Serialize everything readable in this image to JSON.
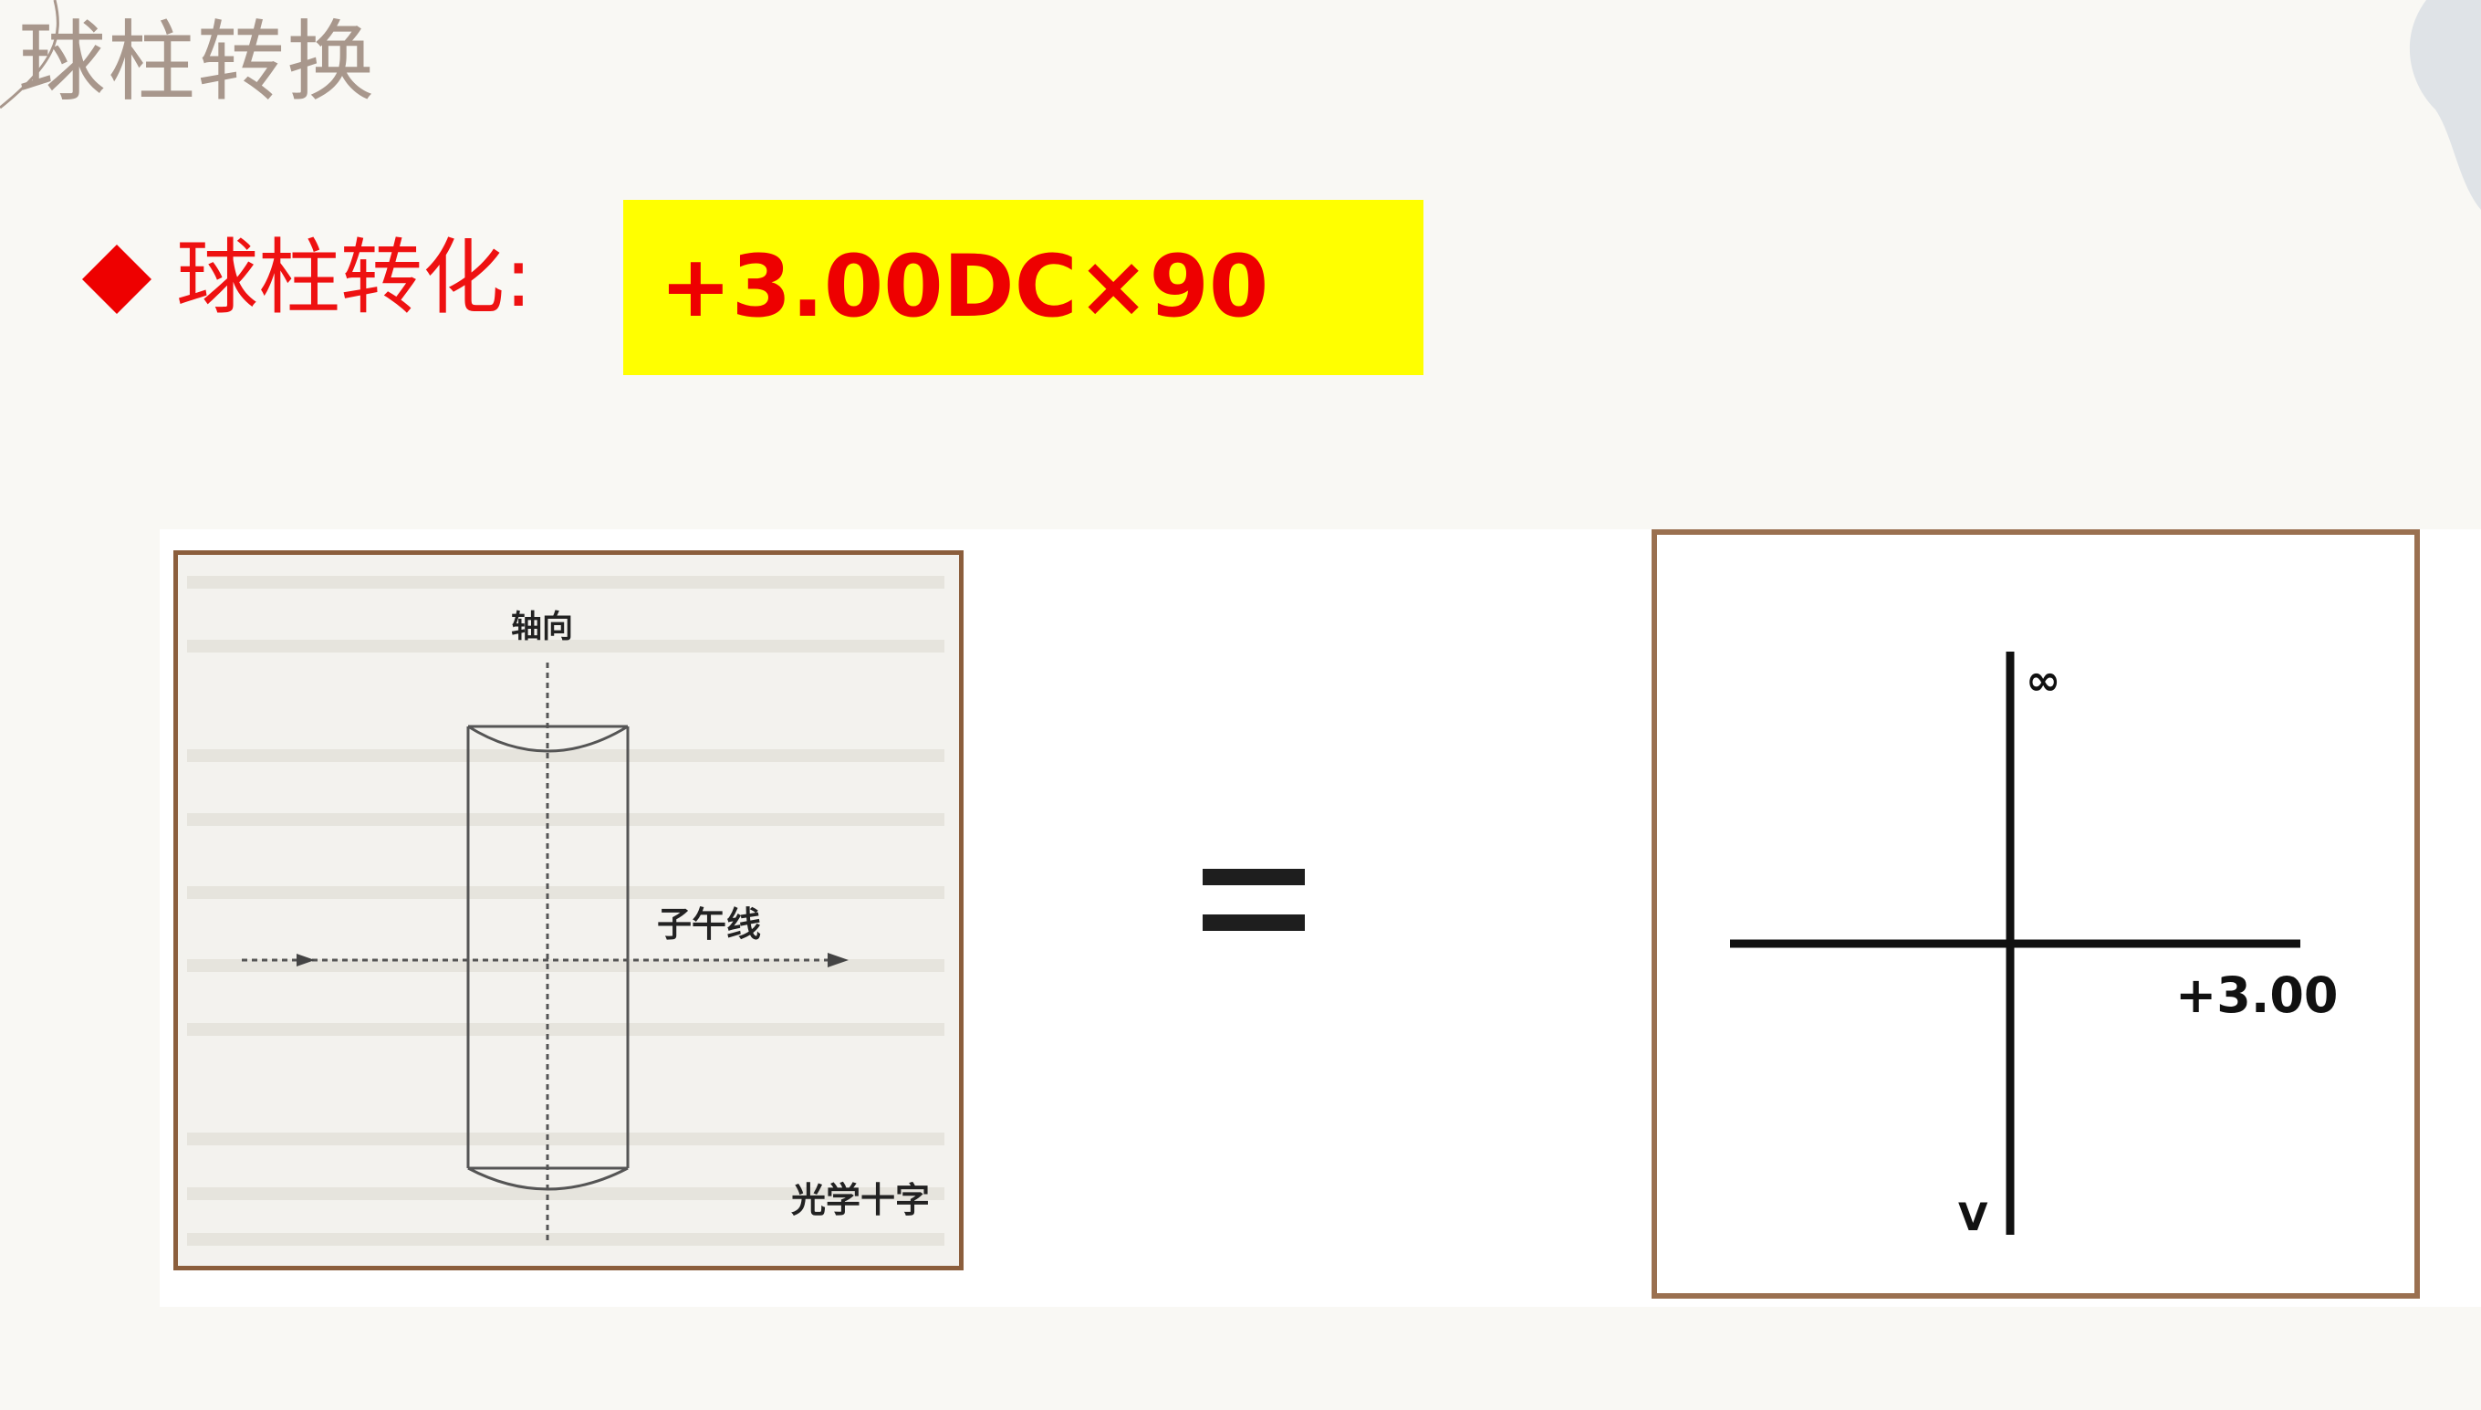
{
  "slide": {
    "title": "球柱转换"
  },
  "bullet": {
    "label": "球柱转化:",
    "formula": "+3.00DC×90"
  },
  "left_figure": {
    "axis_label": "轴向",
    "meridian_label": "子午线",
    "caption": "光学十字"
  },
  "right_figure": {
    "top_mark": "∞",
    "power_label": "+3.00",
    "bottom_mark": "V"
  },
  "colors": {
    "accent_red": "#ee1111",
    "highlight_yellow": "#ffff00",
    "frame_brown": "#8b5e3c",
    "title_gray": "#a8978c"
  }
}
